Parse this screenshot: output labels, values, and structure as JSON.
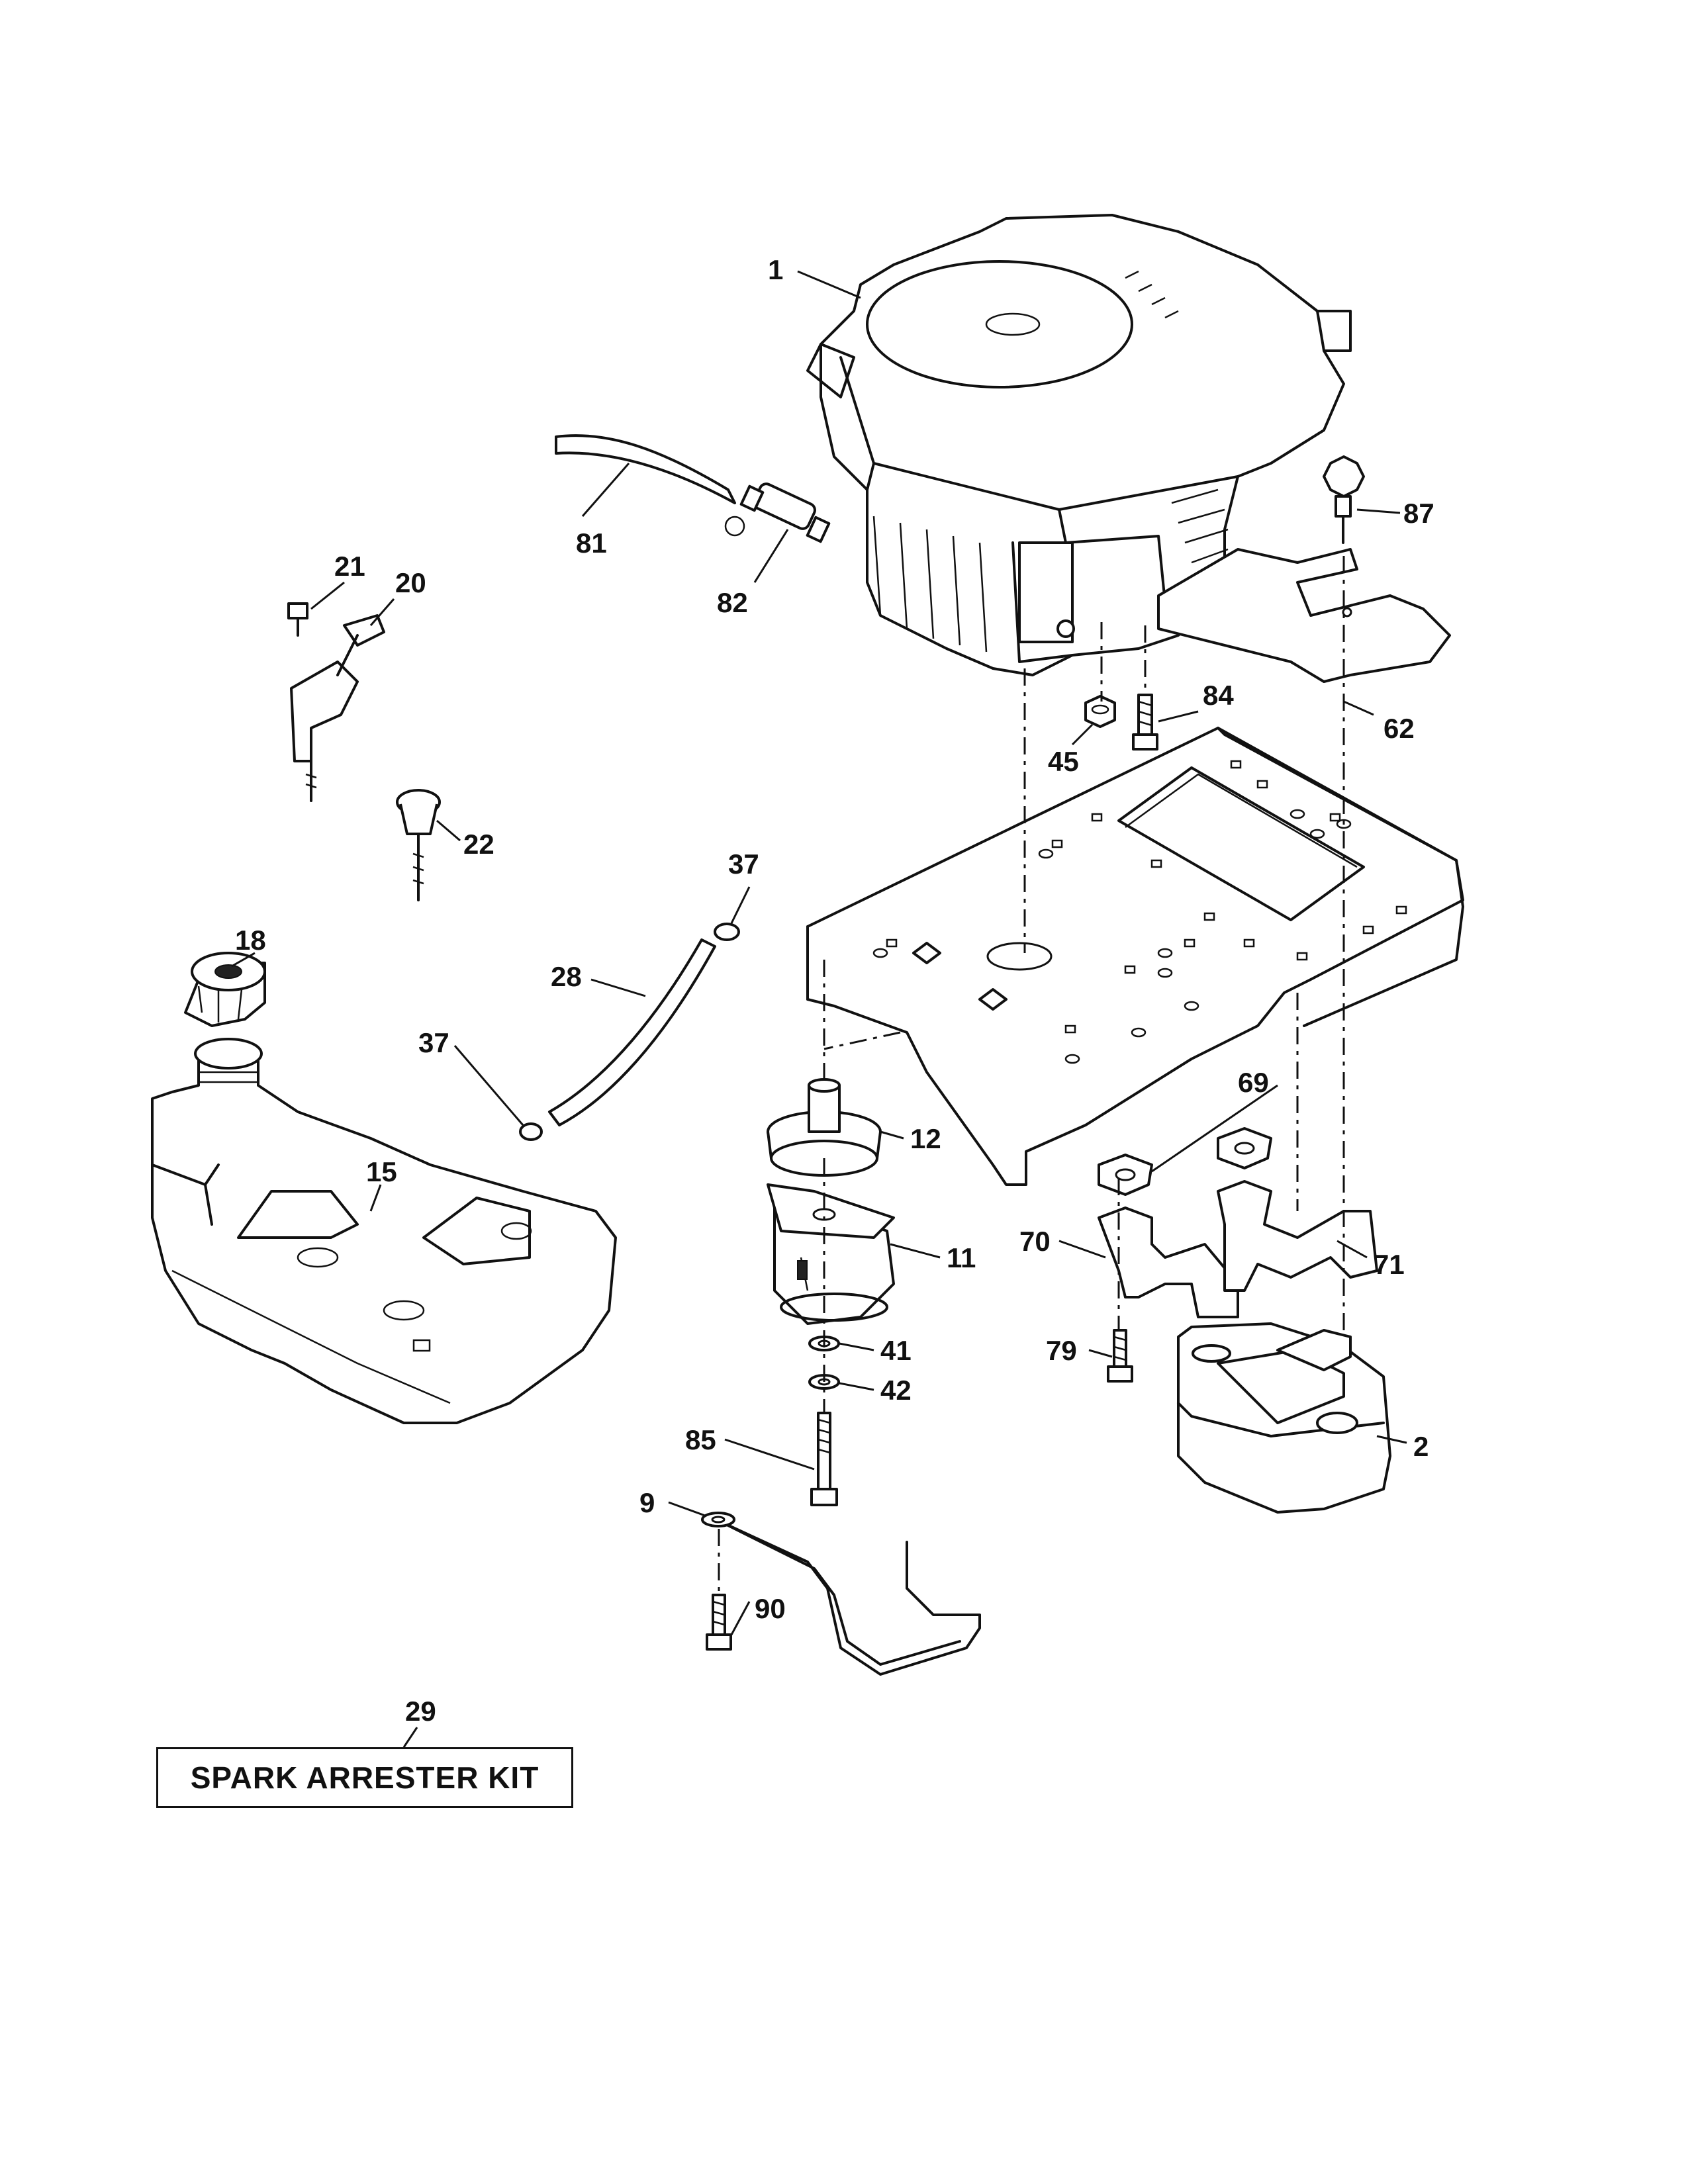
{
  "callouts": {
    "c1": "1",
    "c2": "2",
    "c9": "9",
    "c11": "11",
    "c12": "12",
    "c15": "15",
    "c18": "18",
    "c20": "20",
    "c21": "21",
    "c22": "22",
    "c28": "28",
    "c29": "29",
    "c37a": "37",
    "c37b": "37",
    "c41": "41",
    "c42": "42",
    "c45": "45",
    "c62": "62",
    "c69": "69",
    "c70": "70",
    "c71": "71",
    "c79": "79",
    "c81": "81",
    "c82": "82",
    "c84": "84",
    "c85": "85",
    "c87": "87",
    "c90": "90"
  },
  "kit": {
    "label": "SPARK ARRESTER KIT"
  }
}
